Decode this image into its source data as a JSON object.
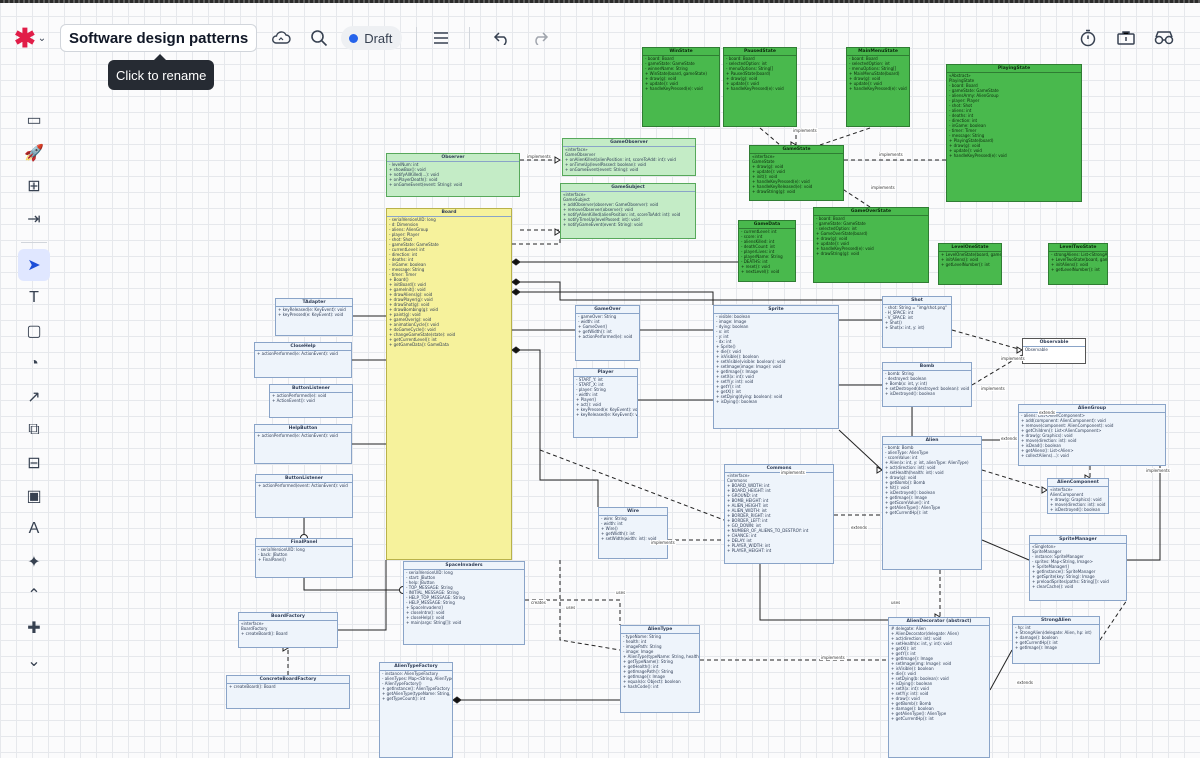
{
  "app": {
    "title": "Software design patterns",
    "status": "Draft",
    "tooltip": "Click to rename"
  },
  "icons": {
    "logo": "logo-asterisk-icon",
    "cloud": "cloud-sync-icon",
    "search": "search-icon",
    "menu": "hamburger-menu-icon",
    "undo": "undo-icon",
    "redo": "redo-icon",
    "timer": "timer-icon",
    "present": "present-icon",
    "glasses": "glasses-icon"
  },
  "colors": {
    "accent": "#2563eb",
    "logo": "#e11d48",
    "green_class": "#49b94d",
    "yellow_class": "#f6f29c",
    "blue_class": "#eef4fb"
  },
  "left_tools": [
    {
      "name": "frame-icon",
      "glyph": "▭"
    },
    {
      "name": "rocket-icon",
      "glyph": "🚀"
    },
    {
      "name": "add-frame-icon",
      "glyph": "⊞"
    },
    {
      "name": "import-icon",
      "glyph": "⇥"
    },
    {
      "name": "select-cursor-icon",
      "glyph": "➤"
    },
    {
      "name": "text-tool-icon",
      "glyph": "T"
    },
    {
      "name": "sticky-note-icon",
      "glyph": "▢"
    },
    {
      "name": "shapes-icon",
      "glyph": "◔"
    },
    {
      "name": "line-tool-icon",
      "glyph": "↗"
    },
    {
      "name": "container-icon",
      "glyph": "⧉"
    },
    {
      "name": "data-icon",
      "glyph": "⊟"
    },
    {
      "name": "image-icon",
      "glyph": "▣"
    },
    {
      "name": "font-icon",
      "glyph": "A"
    },
    {
      "name": "ai-sparkle-icon",
      "glyph": "✦"
    },
    {
      "name": "logo-shape-icon",
      "glyph": "⌃"
    },
    {
      "name": "more-shapes-icon",
      "glyph": "✚"
    },
    {
      "name": "chevron-down-icon",
      "glyph": "⌄"
    }
  ],
  "diagram": {
    "classes": [
      {
        "id": "WinState",
        "title": "WinState",
        "style": "g",
        "lines": [
          "- board: Board",
          "- gameState: GameState",
          "- winnerName: String",
          "+ WinState(board, gameState)",
          "+ draw(g): void",
          "+ update(): void",
          "+ handleKeyPressed(e): void"
        ]
      },
      {
        "id": "PausedState",
        "title": "PausedState",
        "style": "g",
        "lines": [
          "- board: Board",
          "- selectedOption: int",
          "- menuOptions: String[]",
          "+ PausedState(board)",
          "+ draw(g): void",
          "+ update(): void",
          "+ handleKeyPressed(e): void"
        ]
      },
      {
        "id": "MainMenuState",
        "title": "MainMenuState",
        "style": "g",
        "lines": [
          "- board: Board",
          "- selectedOption: int",
          "- menuOptions: String[]",
          "+ MainMenuState(board)",
          "+ draw(g): void",
          "+ update(): void",
          "+ handleKeyPressed(e): void"
        ]
      },
      {
        "id": "PlayingState",
        "title": "PlayingState",
        "style": "g",
        "lines": [
          "«Abstract»",
          "PlayingState",
          "- board: Board",
          "- gameState: GameState",
          "- aliensArmy: AlienGroup",
          "- player: Player",
          "- shot: Shot",
          "- aliens: int",
          "- deaths: int",
          "- direction: int",
          "- inGame: boolean",
          "- timer: Timer",
          "- message: String",
          "+ PlayingState(board)",
          "+ draw(g): void",
          "+ update(): void",
          "+ handleKeyPressed(e): void"
        ]
      },
      {
        "id": "GameState",
        "title": "GameState",
        "style": "g",
        "lines": [
          "«interface»",
          "GameState",
          "+ draw(g): void",
          "+ update(): void",
          "+ init(): void",
          "+ handleKeyPressed(e): void",
          "+ handleKeyReleased(e): void",
          "+ drawString(g): void"
        ]
      },
      {
        "id": "GameOverState",
        "title": "GameOverState",
        "style": "g",
        "lines": [
          "- board: Board",
          "- gameState: GameState",
          "- selectedOption: int",
          "+ GameOverState(board)",
          "+ draw(g): void",
          "+ update(): void",
          "+ handleKeyPressed(e): void",
          "+ drawString(g): void"
        ]
      },
      {
        "id": "GameData",
        "title": "GameData",
        "style": "g",
        "lines": [
          "- currentLevel: int",
          "- score: int",
          "- aliensKilled: int",
          "- deathCount: int",
          "- playerLives: int",
          "- playerName: String",
          "- DEATHS: int",
          "+ reset(): void",
          "+ nextLevel(): void"
        ]
      },
      {
        "id": "LevelOneState",
        "title": "LevelOneState",
        "style": "g",
        "lines": [
          "+ LevelOneState(board, gameData)",
          "+ initAliens(): void",
          "+ getLevelNumber(): int"
        ]
      },
      {
        "id": "LevelTwoState",
        "title": "LevelTwoState",
        "style": "g",
        "lines": [
          "- strongAliens: List<StrongAlien>",
          "+ LevelTwoState(board, gameData)",
          "+ initAliens(): void",
          "+ getLevelNumber(): int"
        ]
      },
      {
        "id": "Observer",
        "title": "Observer",
        "style": "gl",
        "lines": [
          "- levelNum: int",
          "+ showBox(): void",
          "+ notifyAllKilled(...): void",
          "+ onPlayerDeath(): void",
          "+ onGameEvent(event: String): void"
        ]
      },
      {
        "id": "GameObserver",
        "title": "GameObserver",
        "style": "gl",
        "lines": [
          "«interface»",
          "GameObserver",
          "+ onAlienKilled(alienPosition: int, scoreToAdd: int): void",
          "+ onTimeUp(levelPassed: boolean): void",
          "+ onGameEvent(event: String): void"
        ]
      },
      {
        "id": "GameSubject",
        "title": "GameSubject",
        "style": "gl",
        "lines": [
          "«interface»",
          "GameSubject",
          "+ addObserver(observer: GameObserver): void",
          "+ removeObserver(observer): void",
          "+ notifyAlienKilled(alienPosition: int, scoreToAdd: int): void",
          "+ notifyTimeUp(levelPassed: int): void",
          "+ notifyGameEvent(event: String): void"
        ]
      },
      {
        "id": "Board",
        "title": "Board",
        "style": "y",
        "lines": [
          "- serialVersionUID: long",
          "- d: Dimension",
          "- aliens: AlienGroup",
          "- player: Player",
          "- shot: Shot",
          "- gameState: GameState",
          "- currentLevel: int",
          "- direction: int",
          "- deaths: int",
          "- inGame: boolean",
          "- message: String",
          "- timer: Timer",
          "+ Board()",
          "+ initBoard(): void",
          "+ gameInit(): void",
          "+ drawAliens(g): void",
          "+ drawPlayer(g): void",
          "+ drawShot(g): void",
          "+ drawBombing(g): void",
          "+ paint(g): void",
          "+ gameOver(g): void",
          "+ animationCycle(): void",
          "+ doGameCycle(): void",
          "+ changeGameState(state): void",
          "+ getCurrentLevel(): int",
          "+ getGameData(): GameData"
        ]
      },
      {
        "id": "TAdapter",
        "title": "TAdapter",
        "style": "b",
        "lines": [
          "+ keyReleased(e: KeyEvent): void",
          "+ keyPressed(e: KeyEvent): void"
        ]
      },
      {
        "id": "CloseHelp",
        "title": "CloseHelp",
        "style": "b",
        "lines": [
          "+ actionPerformed(e: ActionEvent): void"
        ]
      },
      {
        "id": "ButtonListener",
        "title": "ButtonListener",
        "style": "b",
        "lines": [
          "+ actionPerformed(e): void",
          "+ ActionEvent(): void"
        ]
      },
      {
        "id": "HelpButton",
        "title": "HelpButton",
        "style": "b",
        "lines": [
          "+ actionPerformed(e: ActionEvent): void"
        ]
      },
      {
        "id": "ButtonListener2",
        "title": "ButtonListener",
        "style": "b",
        "lines": [
          "+ actionPerformed(event: ActionEvent): void"
        ]
      },
      {
        "id": "FinalPanel",
        "title": "FinalPanel",
        "style": "b",
        "lines": [
          "- serialVersionUID: long",
          "- back: JButton",
          "+ FinalPanel()"
        ]
      },
      {
        "id": "BoardFactory",
        "title": "BoardFactory",
        "style": "b",
        "lines": [
          "«interface»",
          "BoardFactory",
          "+ createBoard(): Board"
        ]
      },
      {
        "id": "ConcreteBoardFactory",
        "title": "ConcreteBoardFactory",
        "style": "b",
        "lines": [
          "+ createBoard(): Board"
        ]
      },
      {
        "id": "SpaceInvaders",
        "title": "SpaceInvaders",
        "style": "b",
        "lines": [
          "- serialVersionUID: long",
          "- start: JButton",
          "- help: JButton",
          "- TOP_MESSAGE: String",
          "- INITIAL_MESSAGE: String",
          "- HELP_TOP_MESSAGE: String",
          "- HELP_MESSAGE: String",
          "+ SpaceInvaders()",
          "+ closeIntro(): void",
          "+ closeHelp(): void",
          "+ main(args: String[]): void"
        ]
      },
      {
        "id": "GameOver",
        "title": "GameOver",
        "style": "b",
        "lines": [
          "- gameOver: String",
          "- width: int",
          "+ GameOver()",
          "+ getWidth(): int",
          "+ actionPerformed(e): void"
        ]
      },
      {
        "id": "Player",
        "title": "Player",
        "style": "b",
        "lines": [
          "- START_Y: int",
          "- START_X: int",
          "- player: String",
          "- width: int",
          "+ Player()",
          "+ act(): void",
          "+ keyPressed(e: KeyEvent): void",
          "+ keyReleased(e: KeyEvent): void"
        ]
      },
      {
        "id": "Sprite",
        "title": "Sprite",
        "style": "b",
        "lines": [
          "- visible: boolean",
          "- image: Image",
          "- dying: boolean",
          "- x: int",
          "- y: int",
          "- dx: int",
          "+ Sprite()",
          "+ die(): void",
          "+ isVisible(): boolean",
          "+ setVisible(visible: boolean): void",
          "+ setImage(image: Image): void",
          "+ getImage(): Image",
          "+ setX(x: int): void",
          "+ setY(y: int): void",
          "+ getY(): int",
          "+ getX(): int",
          "+ setDying(dying: boolean): void",
          "+ isDying(): boolean"
        ]
      },
      {
        "id": "Shot",
        "title": "Shot",
        "style": "b",
        "lines": [
          "- shot: String = \"img/shot.png\"",
          "- H_SPACE: int",
          "- V_SPACE: int",
          "+ Shot()",
          "+ Shot(x: int, y: int)"
        ]
      },
      {
        "id": "Bomb",
        "title": "Bomb",
        "style": "b",
        "lines": [
          "- bomb: String",
          "- destroyed: boolean",
          "+ Bomb(x: int, y: int)",
          "+ setDestroyed(destroyed: boolean): void",
          "+ isDestroyed(): boolean"
        ]
      },
      {
        "id": "Observable",
        "title": "Observable",
        "style": "w",
        "lines": [
          "Observable"
        ]
      },
      {
        "id": "AlienGroup",
        "title": "AlienGroup",
        "style": "b",
        "lines": [
          "- aliens: List<AlienComponent>",
          "+ add(component: AlienComponent): void",
          "+ remove(component: AlienComponent): void",
          "+ getChildren(): List<AlienComponent>",
          "+ draw(g: Graphics): void",
          "+ move(direction: int): void",
          "+ isDead(): boolean",
          "+ getAliens(): List<Alien>",
          "+ collectAliens(...): void"
        ]
      },
      {
        "id": "Commons",
        "title": "Commons",
        "style": "b",
        "lines": [
          "«interface»",
          "Commons",
          "+ BOARD_WIDTH: int",
          "+ BOARD_HEIGHT: int",
          "+ GROUND: int",
          "+ BOMB_HEIGHT: int",
          "+ ALIEN_HEIGHT: int",
          "+ ALIEN_WIDTH: int",
          "+ BORDER_RIGHT: int",
          "+ BORDER_LEFT: int",
          "+ GO_DOWN: int",
          "+ NUMBER_OF_ALIENS_TO_DESTROY: int",
          "+ CHANCE: int",
          "+ DELAY: int",
          "+ PLAYER_WIDTH: int",
          "+ PLAYER_HEIGHT: int"
        ]
      },
      {
        "id": "Alien",
        "title": "Alien",
        "style": "b",
        "lines": [
          "- bomb: Bomb",
          "- alienType: AlienType",
          "- scoreValue: int",
          "+ Alien(x: int, y: int, alienType: AlienType)",
          "+ act(direction: int): void",
          "+ setHealth(health: int): void",
          "+ draw(g): void",
          "+ getBomb(): Bomb",
          "+ hit(): void",
          "+ isDestroyed(): boolean",
          "+ getImage(): Image",
          "+ getScoreValue(): int",
          "+ getAlienType(): AlienType",
          "+ getCurrentHp(): int"
        ]
      },
      {
        "id": "AlienComponent",
        "title": "AlienComponent",
        "style": "b",
        "lines": [
          "«interface»",
          "AlienComponent",
          "+ draw(g: Graphics): void",
          "+ move(direction: int): void",
          "+ isDestroyed(): boolean"
        ]
      },
      {
        "id": "Wire",
        "title": "Wire",
        "style": "b",
        "lines": [
          "- wire: String",
          "- width: int",
          "+ Wire()",
          "+ getWidth(): int",
          "+ setWidth(width: int): void"
        ]
      },
      {
        "id": "SpriteManager",
        "title": "SpriteManager",
        "style": "b",
        "lines": [
          "«Singleton»",
          "SpriteManager",
          "- instance: SpriteManager",
          "- sprites: Map<String, Image>",
          "+ SpriteManager()",
          "+ getInstance(): SpriteManager",
          "+ getSprite(key: String): Image",
          "+ preloadSprites(paths: String[]): void",
          "+ clearCache(): void"
        ]
      },
      {
        "id": "AlienType",
        "title": "AlienType",
        "style": "b",
        "lines": [
          "- typeName: String",
          "- health: int",
          "- imagePath: String",
          "- image: Image",
          "+ AlienType(typeName: String, health: int, imagePath: String)",
          "+ getTypeName(): String",
          "+ getHealth(): int",
          "+ getImagePath(): String",
          "+ getImage(): Image",
          "+ equals(o: Object): boolean",
          "+ hashCode(): int"
        ]
      },
      {
        "id": "AlienTypeFactory",
        "title": "AlienTypeFactory",
        "style": "b",
        "lines": [
          "- instance: AlienTypeFactory",
          "- alienTypes: Map<String, AlienType>",
          "- AlienTypeFactory()",
          "+ getInstance(): AlienTypeFactory",
          "+ getAlienType(typeName: String, health: int, imagePath: String): AlienType",
          "+ getTypeCount(): int"
        ]
      },
      {
        "id": "AlienDecorator",
        "title": "AlienDecorator (abstract)",
        "style": "b",
        "lines": [
          "# delegate: Alien",
          "+ AlienDecorator(delegate: Alien)",
          "+ act(direction: int): void",
          "+ setHealth(x: int, y: int): void",
          "+ getX(): int",
          "+ getY(): int",
          "+ getImage(): Image",
          "+ setImage(img: Image): void",
          "+ isVisible(): boolean",
          "+ die(): void",
          "+ setDying(b: boolean): void",
          "+ isDying(): boolean",
          "+ setX(x: int): void",
          "+ setY(y: int): void",
          "+ draw(): void",
          "+ getBomb(): Bomb",
          "+ damage(): boolean",
          "+ getAlienType(): AlienType",
          "+ getCurrentHp(): int"
        ]
      },
      {
        "id": "StrongAlien",
        "title": "StrongAlien",
        "style": "b",
        "lines": [
          "- hp: int",
          "+ StrongAlien(delegate: Alien, hp: int)",
          "+ damage(): boolean",
          "+ getCurrentHp(): int",
          "+ getImage(): Image"
        ]
      }
    ],
    "edge_labels": [
      "implements",
      "implements",
      "implements",
      "implements",
      "implements",
      "extends",
      "extends",
      "implements",
      "implements",
      "implements",
      "implements",
      "extends",
      "creates",
      "implements",
      "extends",
      "uses",
      "uses",
      "uses"
    ]
  }
}
